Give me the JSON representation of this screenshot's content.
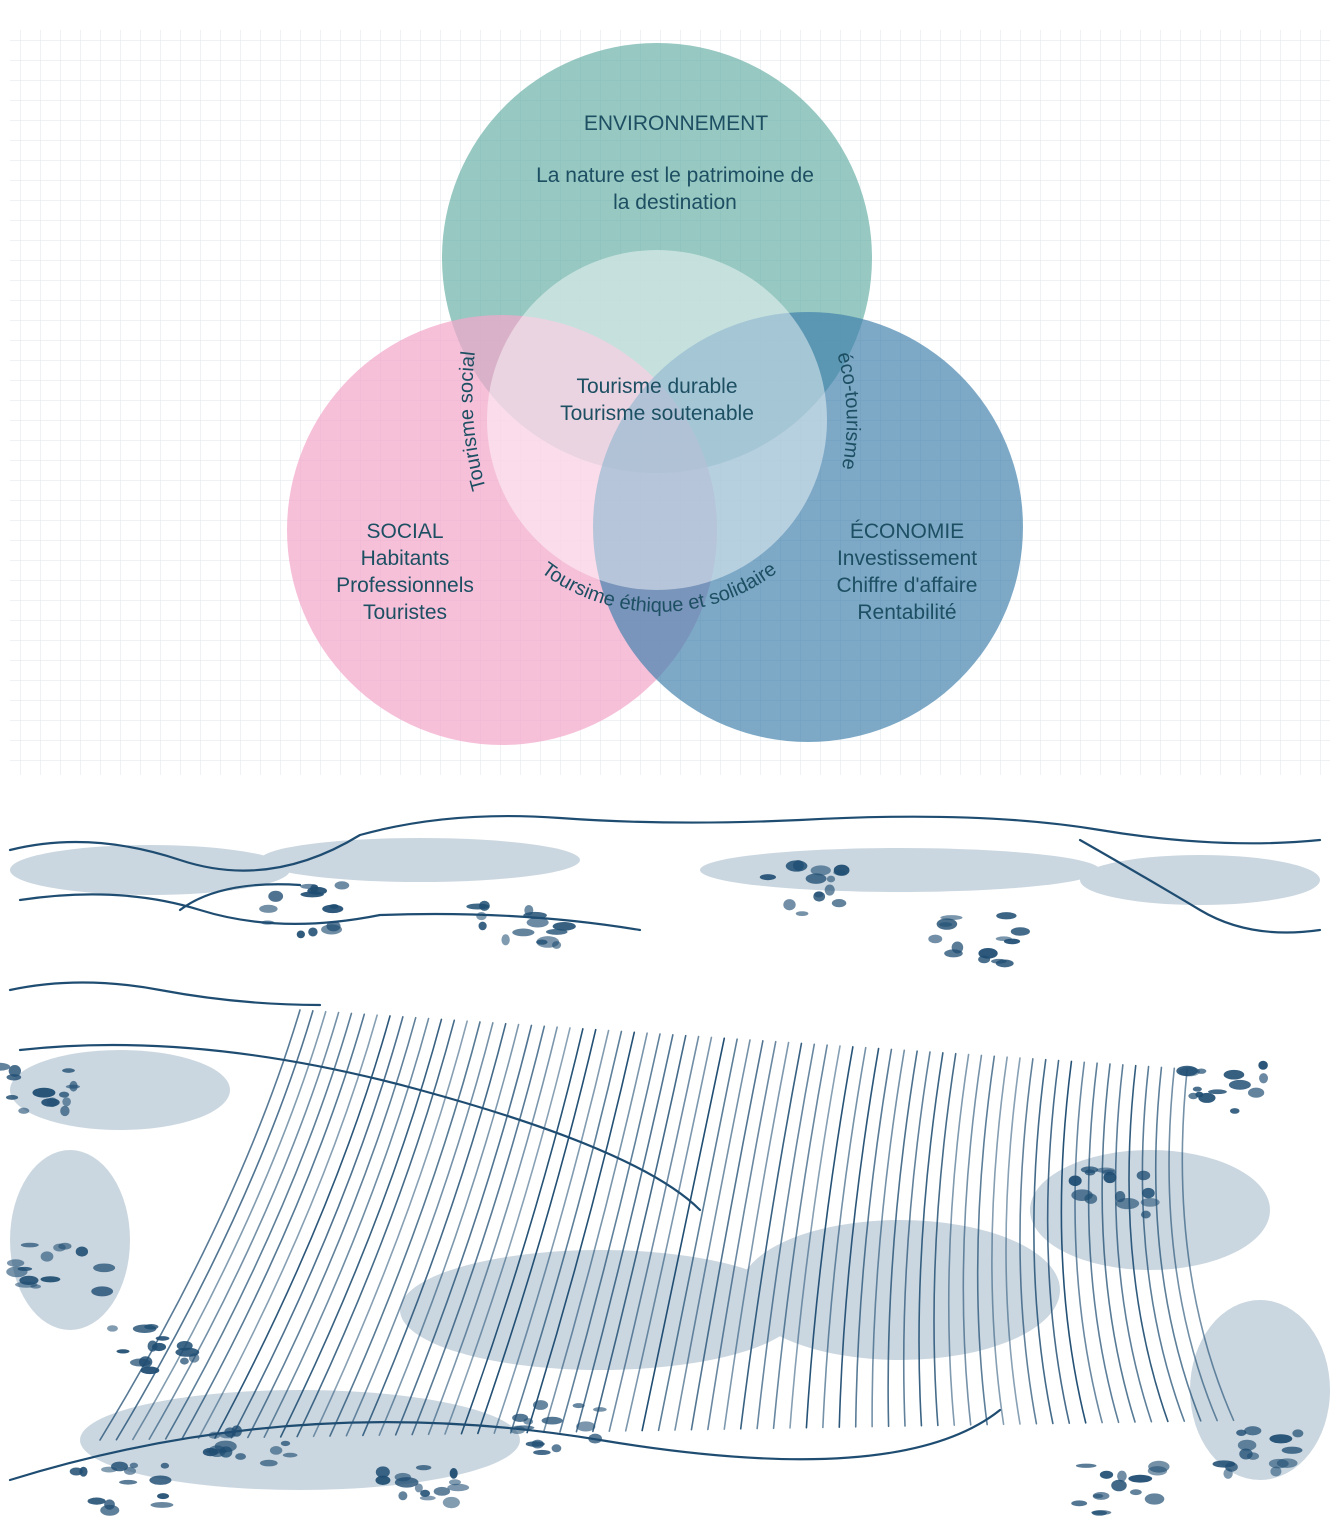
{
  "venn": {
    "environment": {
      "title": "ENVIRONNEMENT",
      "lines": [
        "La nature est le patrimoine de",
        "la destination"
      ]
    },
    "social": {
      "title": "SOCIAL",
      "lines": [
        "Habitants",
        "Professionnels",
        "Touristes"
      ]
    },
    "economy": {
      "title": "ÉCONOMIE",
      "lines": [
        "Investissement",
        "Chiffre d'affaire",
        "Rentabilité"
      ]
    },
    "center": [
      "Tourisme durable",
      "Tourisme soutenable"
    ],
    "overlap_env_social": "Tourisme social",
    "overlap_env_economy": "éco-tourisme",
    "overlap_social_economy": "Toursime éthique et solidaire"
  },
  "colors": {
    "environment": "#6fb3aa",
    "social": "#f2a7cb",
    "economy": "#4f8db6",
    "text": "#1d4f63",
    "grid": "#dfe4ea",
    "ink": "#1f4d72",
    "wash": "#b9c9d6"
  }
}
